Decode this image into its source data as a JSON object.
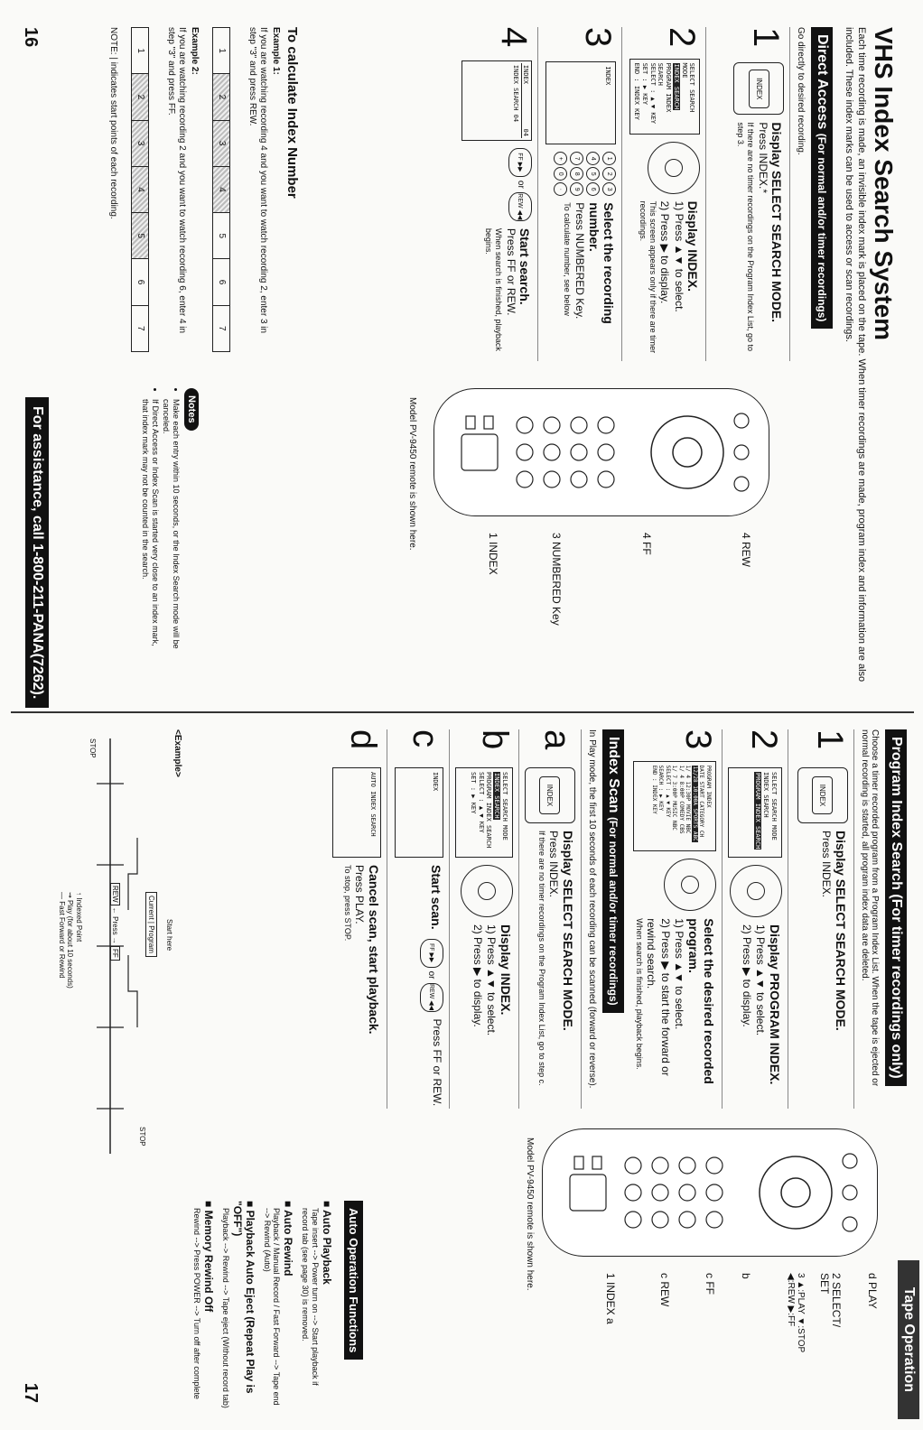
{
  "header": {
    "tape_operation": "Tape Operation"
  },
  "left": {
    "title": "VHS Index Search System",
    "intro": "Each time recording is made, an invisible index mark is placed on the tape. When timer recordings are made, program index and information are also included. These index marks can be used to access or scan recordings.",
    "direct_access_title": "Direct Access",
    "direct_access_sub": "(For normal and/or timer recordings)",
    "direct_access_desc": "Go directly to desired recording.",
    "steps": [
      {
        "num": "1",
        "screen_title": "INDEX",
        "title": "Display SELECT SEARCH MODE.",
        "desc": "Press INDEX.*",
        "note": "If there are no timer recordings on the Program Index List, go to step 3."
      },
      {
        "num": "2",
        "screen_lines": [
          "SELECT SEARCH MODE",
          "INDEX SEARCH",
          "PROGRAM INDEX SEARCH",
          "SELECT : ▲ ▼ KEY",
          "SET : ▶ KEY",
          "END : INDEX KEY"
        ],
        "title": "Display INDEX.",
        "desc1": "1) Press ▲▼ to select.",
        "desc2": "2) Press ▶ to display.",
        "note": "This screen appears only if there are timer recordings."
      },
      {
        "num": "3",
        "screen_title": "INDEX",
        "title": "Select the recording number.",
        "desc": "Press NUMBERED Key.",
        "note": "To calculate number, see below"
      },
      {
        "num": "4",
        "screen_head_l": "INDEX",
        "screen_head_r": "04",
        "screen_line": "INDEX SEARCH 04",
        "title": "Start search.",
        "desc": "Press FF or REW.",
        "note": "When search is finished, playback begins."
      }
    ],
    "remote_labels": {
      "rew": "4 REW",
      "ff": "4 FF",
      "numbered": "3 NUMBERED Key",
      "index": "1 INDEX"
    },
    "remote_model": "Model PV-9450 remote is shown here.",
    "calc": {
      "title": "To calculate Index Number",
      "ex1_label": "Example 1:",
      "ex1_text": "If you are watching recording 4 and you want to watch recording 2, enter 3 in step \"3\" and press REW.",
      "ex2_label": "Example 2:",
      "ex2_text": "If you are watching recording 2 and you want to watch recording 6, enter 4 in step \"3\" and press FF.",
      "tape": [
        "1",
        "2",
        "3",
        "4",
        "5",
        "6",
        "7"
      ],
      "note": "NOTE: | indicates start points of each recording."
    },
    "notes": {
      "label": "Notes",
      "items": [
        "Make each entry within 10 seconds, or the Index Search mode will be canceled.",
        "If Direct Access or Index Scan is started very close to an index mark, that index mark may not be counted in the search."
      ]
    },
    "footer": "For assistance, call 1-800-211-PANA(7262).",
    "page_number": "16"
  },
  "right": {
    "pis_title": "Program Index Search (For timer recordings only)",
    "pis_intro": "Choose a timer recorded program from a Program Index List. When the tape is ejected or normal recording is started, all program index data are deleted.",
    "pis_steps": [
      {
        "num": "1",
        "screen_title": "INDEX",
        "title": "Display SELECT SEARCH MODE.",
        "desc": "Press INDEX."
      },
      {
        "num": "2",
        "screen_lines": [
          "SELECT SEARCH MODE",
          "INDEX SEARCH",
          "PROGRAM INDEX SEARCH"
        ],
        "title": "Display PROGRAM INDEX.",
        "desc1": "1) Press ▲▼ to select.",
        "desc2": "2) Press ▶ to display."
      },
      {
        "num": "3",
        "screen_lines": [
          "PROGRAM INDEX",
          "DATE START CATEGORY CH",
          "12/28 10:00A SPORTS ABC",
          "1/ 4 12:30P MOVIE NBC",
          "1/ 4 8:00P COMEDY CBS",
          "1/ 7 3:00P MUSIC NBC",
          "SELECT : ▲ ▼ KEY",
          "SEARCH : ▶ KEY",
          "END : INDEX KEY"
        ],
        "title": "Select the desired recorded program.",
        "desc1": "1) Press ▲▼ to select.",
        "desc2": "2) Press ▶ to start the forward or rewind search.",
        "note": "When search is finished, playback begins."
      }
    ],
    "scan_title": "Index Scan",
    "scan_sub": "(For normal and/or timer recordings)",
    "scan_desc": "In Play mode, the first 10 seconds of each recording can be scanned (forward or reverse).",
    "scan_steps": [
      {
        "num": "a",
        "screen_title": "INDEX",
        "title": "Display SELECT SEARCH MODE.",
        "desc": "Press INDEX.",
        "note": "If there are no timer recordings on the Program Index List, go to step c."
      },
      {
        "num": "b",
        "screen_lines": [
          "SELECT SEARCH MODE",
          "INDEX SEARCH",
          "PROGRAM INDEX SEARCH",
          "SELECT : ▲ ▼ KEY",
          "SET : ▶ KEY"
        ],
        "title": "Display INDEX.",
        "desc1": "1) Press ▲▼ to select.",
        "desc2": "2) Press ▶ to display."
      },
      {
        "num": "c",
        "screen_title": "INDEX",
        "title": "Start scan.",
        "desc": "Press FF or REW."
      },
      {
        "num": "d",
        "screen_title": "AUTO INDEX SEARCH",
        "title": "Cancel scan, start playback.",
        "desc": "Press PLAY.",
        "note": "To stop, press STOP."
      }
    ],
    "example": {
      "label": "<Example>",
      "start_here": "Start here",
      "current": "Current",
      "program": "Program",
      "rew": "REW",
      "ff": "FF",
      "press": "Press",
      "stop": "STOP",
      "legend1": "Indexed Point",
      "legend2": "Play (for about 10 seconds)",
      "legend3": "Fast Forward or Rewind"
    },
    "remote_labels": {
      "play": "d PLAY",
      "select": "2 SELECT/ SET",
      "keys": "3 ▲:PLAY ▼:STOP ◀:REW ▶:FF",
      "b": "b",
      "ff": "c FF",
      "rew": "c REW",
      "index": "1 INDEX a"
    },
    "remote_model": "Model PV-9450 remote is shown here.",
    "auto": {
      "title": "Auto Operation Functions",
      "items": [
        {
          "h": "Auto Playback",
          "t": "Tape insert --> Power turn on --> Start playback if record tab (see page 30) is removed."
        },
        {
          "h": "Auto Rewind",
          "t": "Playback / Manual Record / Fast Forward --> Tape end --> Rewind (Auto)"
        },
        {
          "h": "Playback Auto Eject (Repeat Play is \"OFF\")",
          "t": "Playback --> Rewind --> Tape eject (Without record tab)"
        },
        {
          "h": "Memory Rewind Off",
          "t": "Rewind --> Press POWER --> Turn off after complete"
        }
      ]
    },
    "page_number": "17"
  }
}
